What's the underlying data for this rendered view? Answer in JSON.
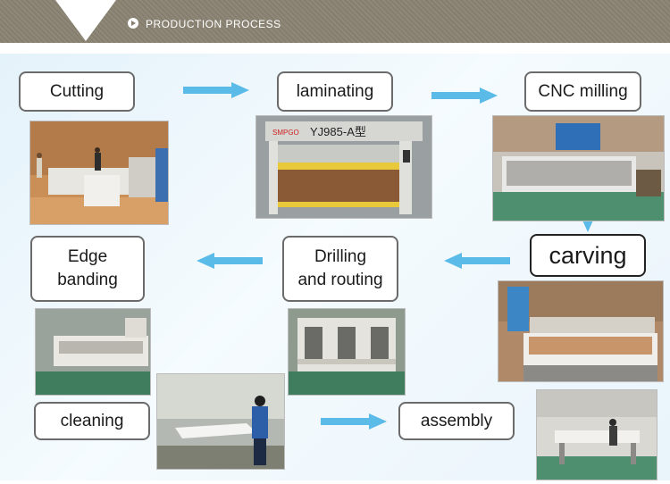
{
  "header": {
    "title": "PRODUCTION PROCESS",
    "icon": "circle-arrow-icon"
  },
  "steps": {
    "cutting": "Cutting",
    "laminating": "laminating",
    "cnc_milling": "CNC milling",
    "carving": "carving",
    "drilling_line1": "Drilling",
    "drilling_line2": "and routing",
    "edge_line1": "Edge",
    "edge_line2": "banding",
    "cleaning": "cleaning",
    "assembly": "assembly"
  },
  "photos": {
    "laminating_machine_text": "YJ985-A型",
    "laminating_brand": "SMPGO"
  },
  "colors": {
    "arrow": "#5bbbe8",
    "header_bg": "#8a8374",
    "slide_bg": "#eaf5fb"
  }
}
